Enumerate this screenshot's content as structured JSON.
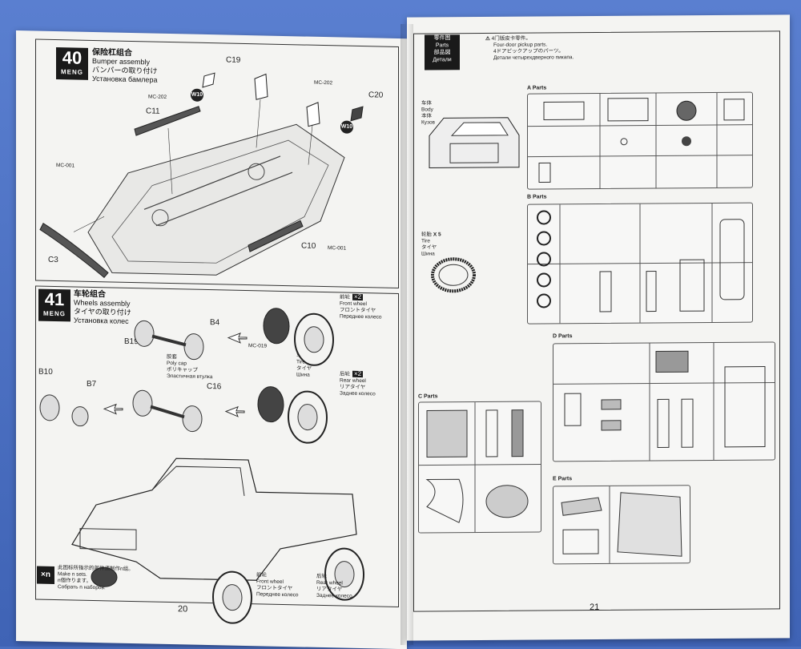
{
  "pages": {
    "left": {
      "number": "20",
      "step40": {
        "num": "40",
        "logo": "MENG",
        "title_cn": "保险杠组合",
        "title_en": "Bumper assembly",
        "title_jp": "バンパーの取り付け",
        "title_ru": "Установка бамлера",
        "labels": {
          "c19": "C19",
          "c20": "C20",
          "c11": "C11",
          "c3": "C3",
          "c10": "C10"
        },
        "mc": {
          "mc202a": "MC-202",
          "mc202b": "MC-202",
          "mc001a": "MC-001",
          "mc001b": "MC-001"
        },
        "w10a": "W10",
        "w10b": "W10"
      },
      "step41": {
        "num": "41",
        "logo": "MENG",
        "title_cn": "车轮组合",
        "title_en": "Wheels assembly",
        "title_jp": "タイヤの取り付け",
        "title_ru": "Установка колес",
        "labels": {
          "b4": "B4",
          "b19": "B19",
          "b10": "B10",
          "b7": "B7",
          "c16": "C16"
        },
        "polycap": {
          "cn": "胶套",
          "en": "Poly cap",
          "jp": "ポリキャップ",
          "ru": "Эластичная втулка"
        },
        "tire": {
          "cn": "车胎",
          "en": "Tire",
          "jp": "タイヤ",
          "ru": "Шина"
        },
        "mc019": "MC-019",
        "front_wheel": {
          "cn": "前轮",
          "en": "Front wheel",
          "jp": "フロントタイヤ",
          "ru": "Переднее колесо",
          "qty": "×2"
        },
        "rear_wheel": {
          "cn": "后轮",
          "en": "Rear wheel",
          "jp": "リアタイヤ",
          "ru": "Заднее колесо",
          "qty": "×2"
        },
        "bottom_front": {
          "cn": "前轮",
          "en": "Front wheel",
          "jp": "フロントタイヤ",
          "ru": "Переднее колесо"
        },
        "bottom_rear": {
          "cn": "后轮",
          "en": "Rear wheel",
          "jp": "リアタイヤ",
          "ru": "Заднее колесо"
        },
        "xn": "×n",
        "note": {
          "cn": "此图标所指示的部件须制作n组。",
          "en": "Make n sets.",
          "jp": "n個作ります。",
          "ru": "Собрать n наборов."
        }
      }
    },
    "right": {
      "number": "21",
      "parts_tab": {
        "cn": "零件图",
        "en": "Parts",
        "jp": "部品図",
        "ru": "Детали"
      },
      "warning": {
        "cn": "4门版皮卡零件。",
        "en": "Four-door pickup parts.",
        "jp": "4ドアピックアップのパーツ。",
        "ru": "Детали четырехдверного пикапа."
      },
      "body_label": {
        "cn": "车体",
        "en": "Body",
        "jp": "本体",
        "ru": "Кузов"
      },
      "tire_label": {
        "cn": "轮胎",
        "qty": "X 5",
        "en": "Tire",
        "jp": "タイヤ",
        "ru": "Шина"
      },
      "sprues": {
        "a": "A Parts",
        "b": "B Parts",
        "c": "C Parts",
        "d": "D Parts",
        "e": "E Parts"
      }
    }
  }
}
